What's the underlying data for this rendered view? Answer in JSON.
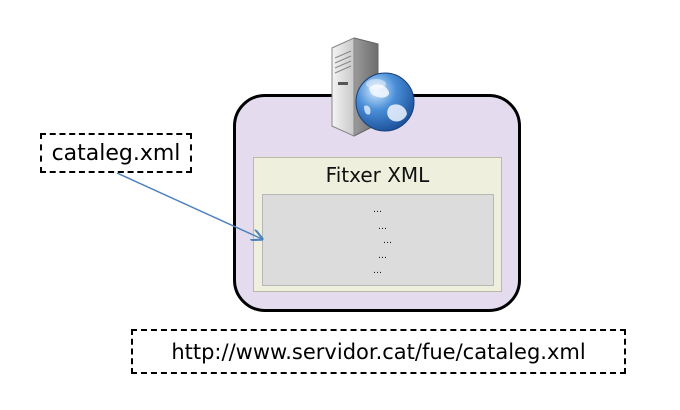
{
  "diagram": {
    "file_label": "cataleg.xml",
    "xml_panel": {
      "title": "Fitxer XML",
      "content_lines": [
        "…",
        "…",
        "…",
        "…",
        "…"
      ]
    },
    "url_label": "http://www.servidor.cat/fue/cataleg.xml"
  },
  "icons": {
    "server": "server-icon",
    "globe": "globe-icon"
  },
  "colors": {
    "server_box_fill": "#e4dcee",
    "xml_panel_fill": "#eef0dd",
    "xml_content_fill": "#dcdcdc",
    "arrow": "#4f81bd"
  }
}
